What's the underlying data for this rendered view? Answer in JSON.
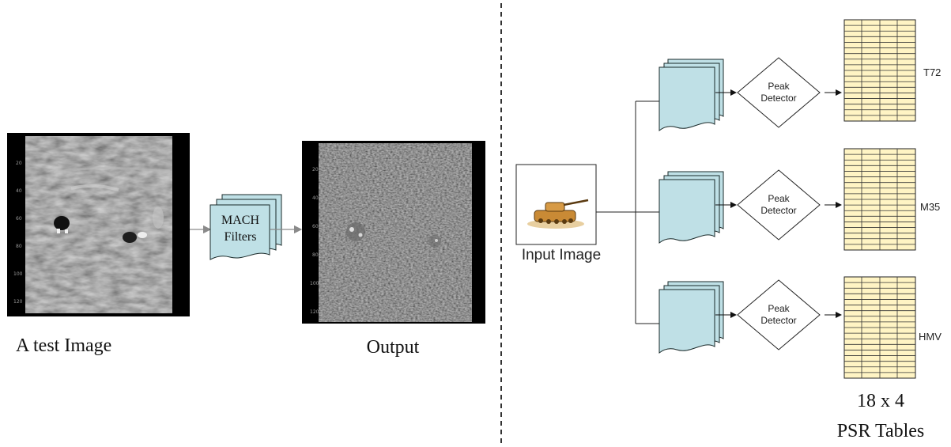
{
  "left_panel": {
    "test_image_caption": "A test Image",
    "mach_filters_label_line1": "MACH",
    "mach_filters_label_line2": "Filters",
    "output_caption": "Output",
    "test_image_y_ticks": [
      "20",
      "40",
      "60",
      "80",
      "100",
      "120"
    ],
    "output_y_ticks": [
      "20",
      "40",
      "60",
      "80",
      "100",
      "120"
    ]
  },
  "right_panel": {
    "input_image_caption": "Input Image",
    "peak_detector_line1": "Peak",
    "peak_detector_line2": "Detector",
    "branches": [
      {
        "class_label": "T72"
      },
      {
        "class_label": "M35"
      },
      {
        "class_label": "HMV"
      }
    ],
    "psr_tables_line1": "18 x 4",
    "psr_tables_line2": "PSR Tables"
  },
  "colors": {
    "filter_fill": "#bfe0e6",
    "table_fill": "#fff4c4",
    "divider": "#000000"
  }
}
